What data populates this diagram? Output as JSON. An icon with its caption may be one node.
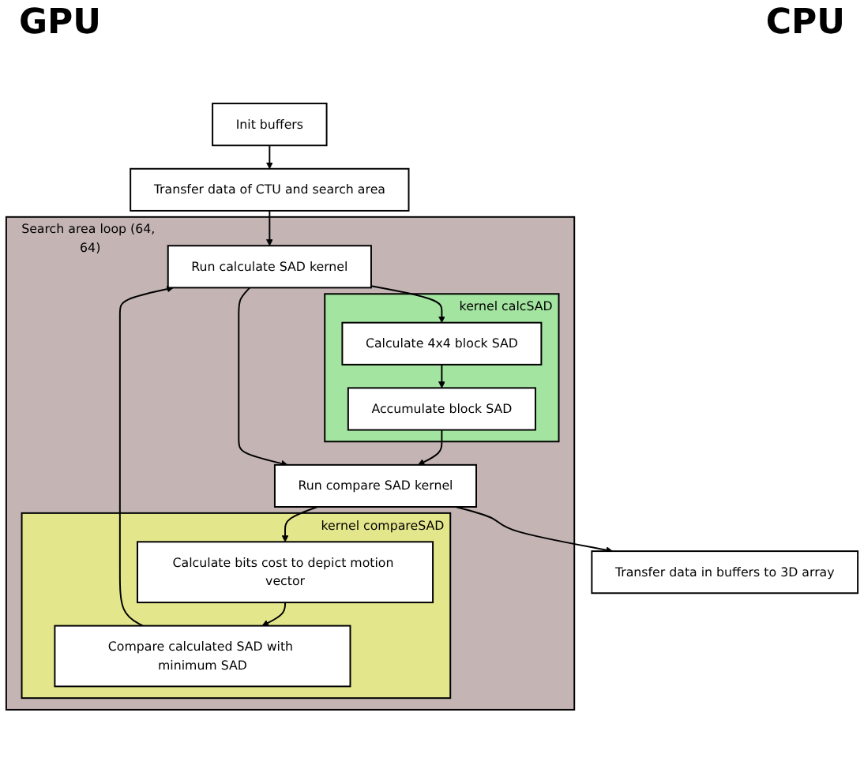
{
  "diagram": {
    "nodes": [
      {
        "text": [
          "Init buffers"
        ]
      },
      {
        "text": [
          "Transfer data of CTU and search area"
        ]
      },
      {
        "text": [
          "Search area loop (64, 64)"
        ]
      },
      {
        "text": [
          "kernel calcSAD"
        ],
        "in": 2
      },
      {
        "text": [
          "Calculate 4x4 block SAD"
        ],
        "in": 3
      },
      {
        "text": [
          "Accumulate block SAD"
        ],
        "in": 3
      },
      {
        "text": [
          "Run calculate SAD kernel"
        ],
        "in": 2
      },
      {
        "text": [
          "kernel compareSAD"
        ],
        "in": 2
      },
      {
        "text": [
          "Calculate bits cost to depict motion vector"
        ],
        "in": 7
      },
      {
        "text": [
          "Compare calculated SAD with minimum SAD"
        ],
        "in": 7
      },
      {
        "text": [
          "Run compare SAD kernel"
        ],
        "in": 2
      },
      {
        "text": [
          "Transfer data in buffers to 3D array"
        ]
      }
    ],
    "edges": [
      {
        "from": 0,
        "to": 1,
        "arrow": "to"
      },
      {
        "from": 1,
        "to": 6,
        "arrow": "to"
      },
      {
        "from": 6,
        "to": 4,
        "arrow": "to"
      },
      {
        "from": 4,
        "to": 5,
        "arrow": "to"
      },
      {
        "from": 5,
        "to": 10,
        "arrow": "to"
      },
      {
        "from": 6,
        "to": 10,
        "arrow": "to"
      },
      {
        "from": 10,
        "to": 8,
        "arrow": "to"
      },
      {
        "from": 8,
        "to": 9,
        "arrow": "to"
      },
      {
        "from": 9,
        "to": 6,
        "arrow": "to"
      },
      {
        "from": 10,
        "to": 11,
        "arrow": "to"
      }
    ],
    "labels": [
      "GPU",
      "CPU"
    ]
  }
}
